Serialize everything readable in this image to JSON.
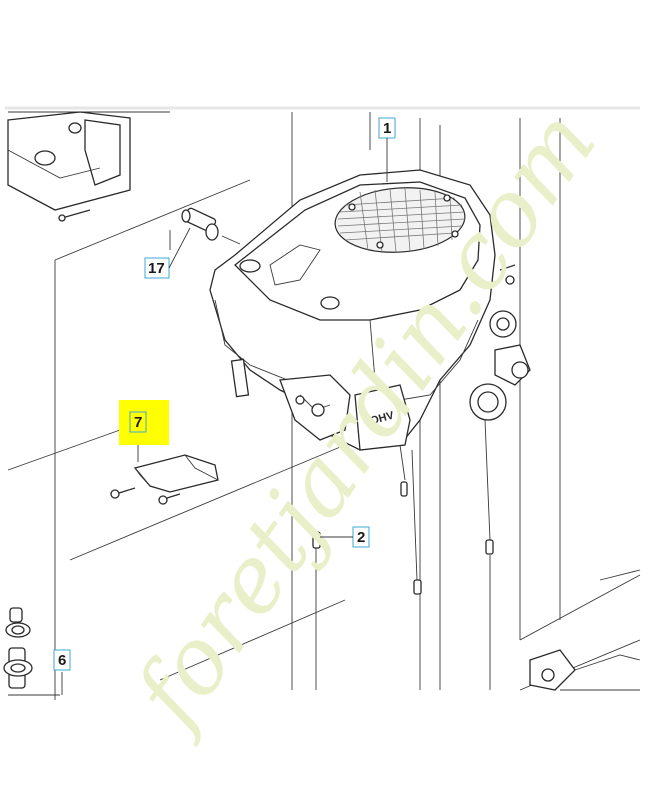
{
  "diagram": {
    "callouts": [
      {
        "id": "1",
        "highlight": false
      },
      {
        "id": "17",
        "highlight": false
      },
      {
        "id": "7",
        "highlight": true
      },
      {
        "id": "2",
        "highlight": false
      },
      {
        "id": "6",
        "highlight": false
      }
    ],
    "engine_marking": "OHV",
    "watermark": "foretjardin.com"
  },
  "colors": {
    "line": "#2a2a2a",
    "highlight": "#ffff00",
    "callout_border": "#3fa7d6",
    "watermark_green": "#e9f0c9",
    "watermark_orange": "#f1dbc6"
  }
}
